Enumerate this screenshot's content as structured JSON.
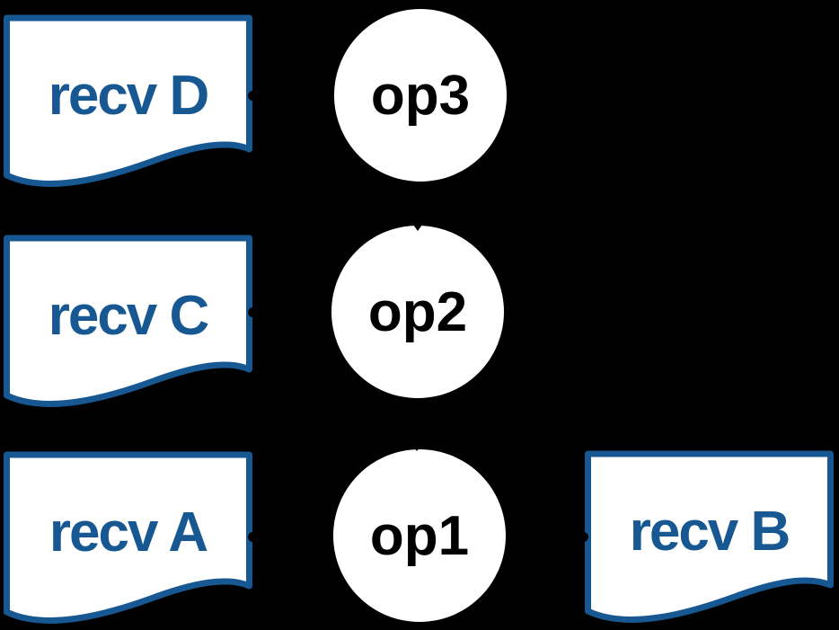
{
  "diagram": {
    "background_color": "#000000",
    "colors": {
      "document_border": "#175892",
      "document_fill": "#FFFFFF",
      "document_text": "#175892",
      "operator_fill": "#FFFFFF",
      "operator_text": "#000000",
      "connector": "#000000"
    },
    "documents": [
      {
        "id": "recv-d",
        "label": "recv D"
      },
      {
        "id": "recv-c",
        "label": "recv C"
      },
      {
        "id": "recv-a",
        "label": "recv A"
      },
      {
        "id": "recv-b",
        "label": "recv B"
      }
    ],
    "operators": [
      {
        "id": "op3",
        "label": "op3"
      },
      {
        "id": "op2",
        "label": "op2"
      },
      {
        "id": "op1",
        "label": "op1"
      }
    ]
  }
}
